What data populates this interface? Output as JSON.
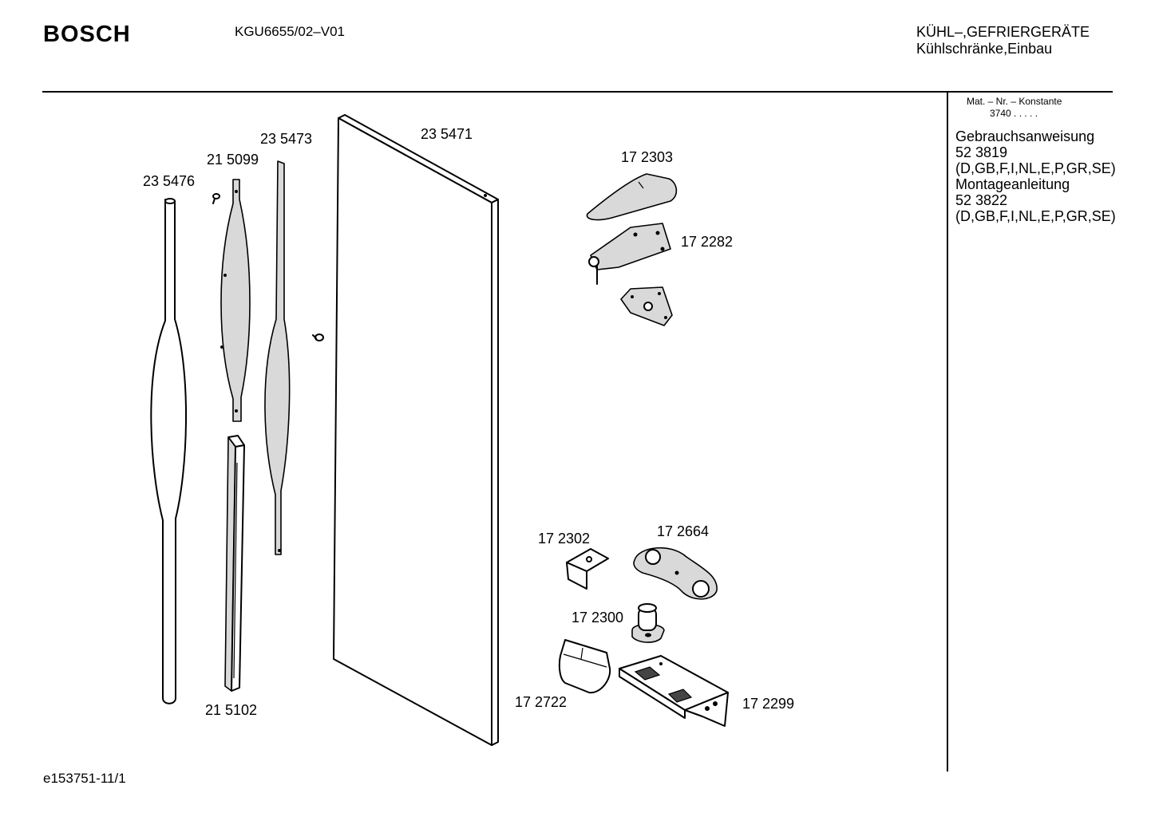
{
  "header": {
    "brand": "BOSCH",
    "model": "KGU6655/02–V01",
    "category_line1": "KÜHL–,GEFRIERGERÄTE",
    "category_line2": "Kühlschränke,Einbau"
  },
  "sidebar": {
    "mat_label": "Mat. – Nr. – Konstante",
    "mat_value": "3740 . . . . .",
    "lines": [
      "Gebrauchsanweisung",
      "52 3819",
      "(D,GB,F,I,NL,E,P,GR,SE)",
      "Montageanleitung",
      "52 3822",
      "(D,GB,F,I,NL,E,P,GR,SE)"
    ]
  },
  "parts": {
    "p235476": "23 5476",
    "p215099": "21 5099",
    "p235473": "23 5473",
    "p235471": "23 5471",
    "p172303": "17 2303",
    "p172282": "17 2282",
    "p215102": "21 5102",
    "p172302": "17 2302",
    "p172664": "17 2664",
    "p172300": "17 2300",
    "p172722": "17 2722",
    "p172299": "17 2299"
  },
  "footer": {
    "code": "e153751-11/1"
  }
}
